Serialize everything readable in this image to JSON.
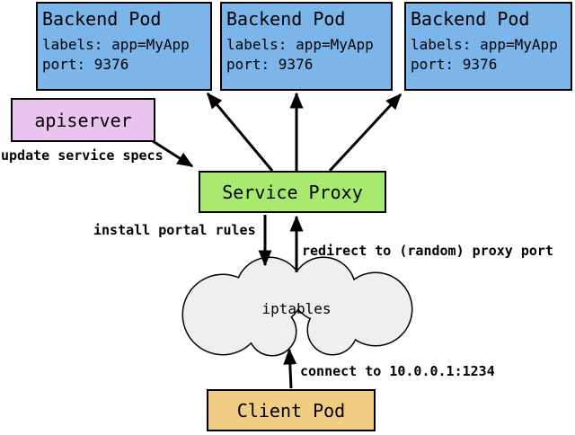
{
  "diagram": {
    "nodes": {
      "backend_pods": [
        {
          "title": "Backend Pod",
          "lines": [
            "labels: app=MyApp",
            "port: 9376"
          ]
        },
        {
          "title": "Backend Pod",
          "lines": [
            "labels: app=MyApp",
            "port: 9376"
          ]
        },
        {
          "title": "Backend Pod",
          "lines": [
            "labels: app=MyApp",
            "port: 9376"
          ]
        }
      ],
      "apiserver": {
        "label": "apiserver"
      },
      "service_proxy": {
        "label": "Service Proxy"
      },
      "iptables_cloud": {
        "label": "iptables"
      },
      "client_pod": {
        "label": "Client Pod"
      }
    },
    "edge_labels": {
      "update_service_specs": "update service specs",
      "install_portal_rules": "install portal rules",
      "redirect_to_proxy_port": "redirect to (random) proxy port",
      "connect_to_service_ip": "connect to 10.0.0.1:1234"
    },
    "colors": {
      "backend_pod_fill": "#7cb5ea",
      "apiserver_fill": "#ebc3ef",
      "service_proxy_fill": "#a7ea6f",
      "client_pod_fill": "#f1cc85",
      "cloud_fill": "#efefef",
      "outline": "#000000"
    }
  }
}
